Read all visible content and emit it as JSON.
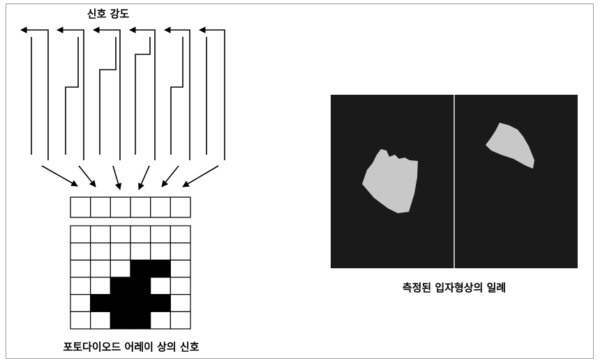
{
  "figure": {
    "left_title": "신호 강도",
    "left_caption": "포토다이오드 어레이 상의 신호",
    "right_caption": "측정된 입자형상의 일례"
  },
  "grid": {
    "columns": 6,
    "rows": 6,
    "filled_cells": [
      [
        2,
        3
      ],
      [
        2,
        4
      ],
      [
        3,
        2
      ],
      [
        3,
        3
      ],
      [
        4,
        1
      ],
      [
        4,
        2
      ],
      [
        4,
        3
      ],
      [
        4,
        4
      ],
      [
        5,
        2
      ],
      [
        5,
        3
      ]
    ]
  },
  "colors": {
    "line": "#000000",
    "photo_bg": "#1a1a1a",
    "particle": "#c8c8c8",
    "divider": "#b8b8b8"
  }
}
